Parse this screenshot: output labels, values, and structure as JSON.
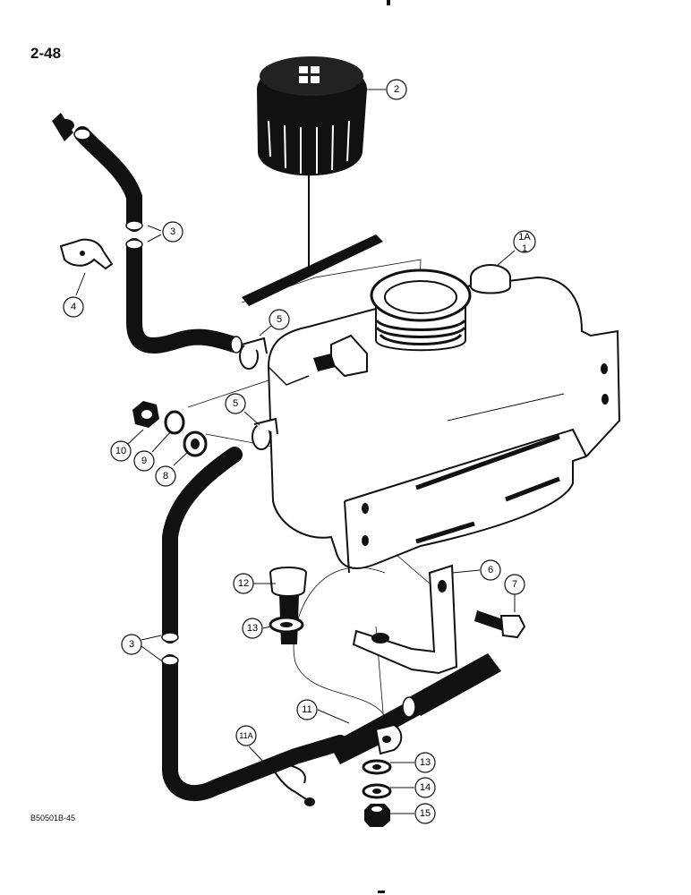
{
  "page_number": "2-48",
  "figure_code": "B50501B-45",
  "colors": {
    "ink": "#111111",
    "paper": "#ffffff"
  },
  "callouts": {
    "c1a": "1A",
    "c1": "1",
    "c2": "2",
    "c3_top": "3",
    "c3_bottom": "3",
    "c4": "4",
    "c5_upper": "5",
    "c5_lower": "5",
    "c6": "6",
    "c7": "7",
    "c8": "8",
    "c9": "9",
    "c10": "10",
    "c11": "11",
    "c11a": "11A",
    "c12": "12",
    "c13_left": "13",
    "c13_right": "13",
    "c14": "14",
    "c15": "15"
  }
}
